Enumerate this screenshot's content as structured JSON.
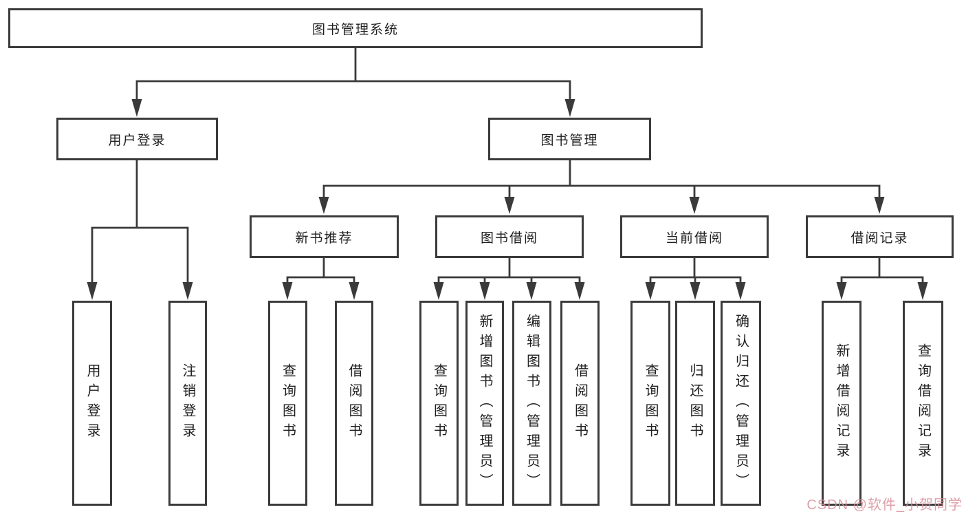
{
  "diagram": {
    "root": "图书管理系统",
    "branches": {
      "user_login": "用户登录",
      "book_management": "图书管理"
    },
    "modules": {
      "new_books": "新书推荐",
      "book_borrowing": "图书借阅",
      "current_borrowing": "当前借阅",
      "borrowing_records": "借阅记录"
    },
    "leaves": {
      "user_login_login": "用户登录",
      "user_login_logout": "注销登录",
      "new_books_query": "查询图书",
      "new_books_borrow": "借阅图书",
      "borrowing_query": "查询图书",
      "borrowing_add": "新增图书（管理员）",
      "borrowing_edit": "编辑图书（管理员）",
      "borrowing_borrow": "借阅图书",
      "current_query": "查询图书",
      "current_return": "归还图书",
      "current_confirm": "确认归还（管理员）",
      "records_add": "新增借阅记录",
      "records_query": "查询借阅记录"
    }
  },
  "watermark": {
    "text": "CSDN @软件_小贺同学",
    "color": "#d98f9b"
  },
  "colors": {
    "line": "#3a3a3a",
    "border": "#3b3b3b",
    "background": "#ffffff",
    "text": "#1f1f1f"
  }
}
